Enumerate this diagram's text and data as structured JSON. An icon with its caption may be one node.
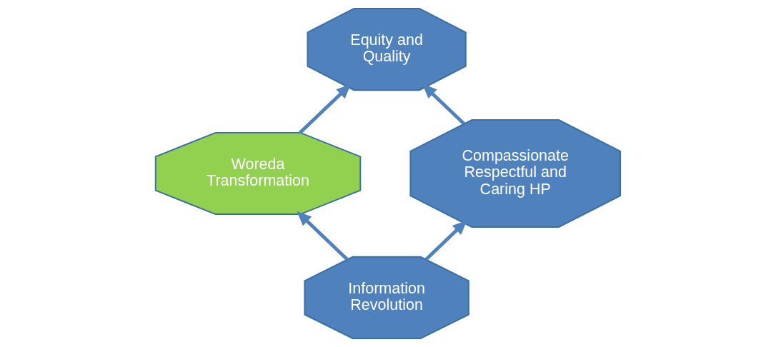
{
  "diagram": {
    "nodes": [
      {
        "text": [
          "Equity and Quality"
        ]
      },
      {
        "text": [
          "Woreda Transformation"
        ]
      },
      {
        "text": [
          "Compassionate Respectful and Caring HP"
        ]
      },
      {
        "text": [
          "Information Revolution"
        ]
      }
    ],
    "edges": [
      {
        "from": 1,
        "to": 0,
        "arrow": "to"
      },
      {
        "from": 2,
        "to": 0,
        "arrow": "to"
      },
      {
        "from": 3,
        "to": 1,
        "arrow": "to"
      },
      {
        "from": 3,
        "to": 2,
        "arrow": "to"
      }
    ]
  }
}
